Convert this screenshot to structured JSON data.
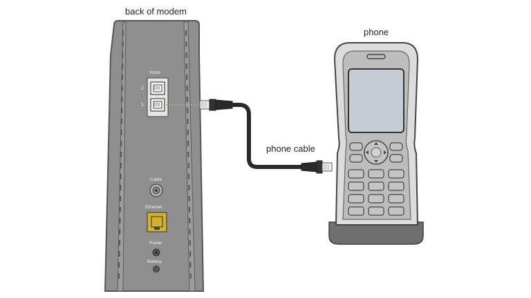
{
  "labels": {
    "modem_caption": "back of modem",
    "phone_caption": "phone",
    "cable_caption": "phone cable"
  },
  "modem": {
    "voice_label": "Voice",
    "port_numbers": [
      "2",
      "1"
    ],
    "cable_label": "Cable",
    "ethernet_label": "Ethernet",
    "power_label": "Power",
    "battery_label": "Battery"
  },
  "colors": {
    "modem_body": "#8f8f8f",
    "modem_edge": "#555555",
    "voice_panel": "#e6e6e6",
    "ethernet_port": "#d4b12c",
    "cable": "#2a2a2a",
    "connection_line": "#8bd46a",
    "phone_screen": "#c6ccd4",
    "phone_base": "#6f6f6f"
  },
  "icons": {
    "modem": "modem-icon",
    "phone": "cordless-phone-icon",
    "cable": "phone-cable-icon",
    "connector": "rj11-connector-icon"
  }
}
